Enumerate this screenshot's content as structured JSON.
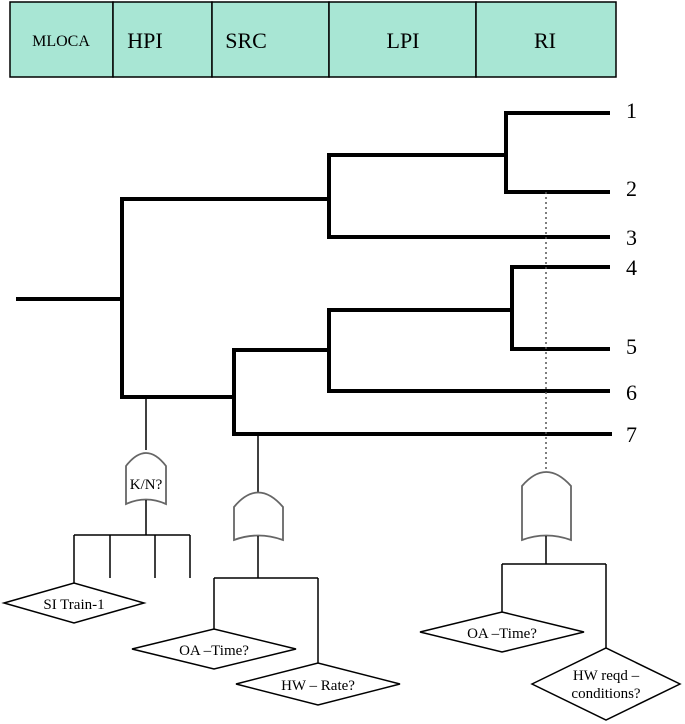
{
  "header": {
    "cells": [
      {
        "label": "MLOCA"
      },
      {
        "label": "HPI"
      },
      {
        "label": "SRC"
      },
      {
        "label": "LPI"
      },
      {
        "label": "RI"
      }
    ],
    "fill": "#a8e6d4"
  },
  "outcomes": [
    "1",
    "2",
    "3",
    "4",
    "5",
    "6",
    "7"
  ],
  "gates": {
    "hpi_gate_label": "K/N?"
  },
  "basic_events": {
    "si_train": "SI Train-1",
    "src_oa_time": "OA –Time?",
    "src_hw_rate": "HW – Rate?",
    "ri_oa_time": "OA –Time?",
    "ri_hw_line1": "HW reqd –",
    "ri_hw_line2": "conditions?"
  }
}
